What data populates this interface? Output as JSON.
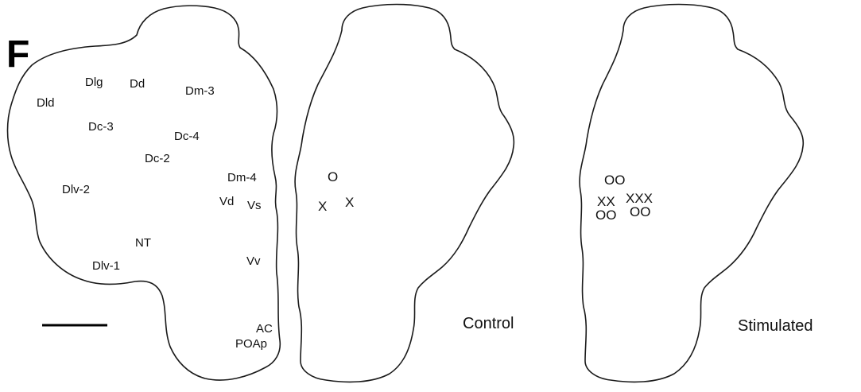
{
  "figure": {
    "panel_letter": "F",
    "conditions": {
      "control": "Control",
      "stimulated": "Stimulated"
    },
    "regions": {
      "dld": "Dld",
      "dlg": "Dlg",
      "dd": "Dd",
      "dm3": "Dm-3",
      "dc3": "Dc-3",
      "dc4": "Dc-4",
      "dc2": "Dc-2",
      "dm4": "Dm-4",
      "dlv2": "Dlv-2",
      "vd": "Vd",
      "vs": "Vs",
      "nt": "NT",
      "dlv1": "Dlv-1",
      "vv": "Vv",
      "ac": "AC",
      "poap": "POAp"
    },
    "markers": {
      "control": {
        "o_row": "O",
        "x_left": "X",
        "x_right": "X"
      },
      "stimulated": {
        "oo_top": "OO",
        "xx": "XX",
        "xxx": "XXX",
        "oo_left": "OO",
        "oo_right": "OO"
      }
    }
  }
}
